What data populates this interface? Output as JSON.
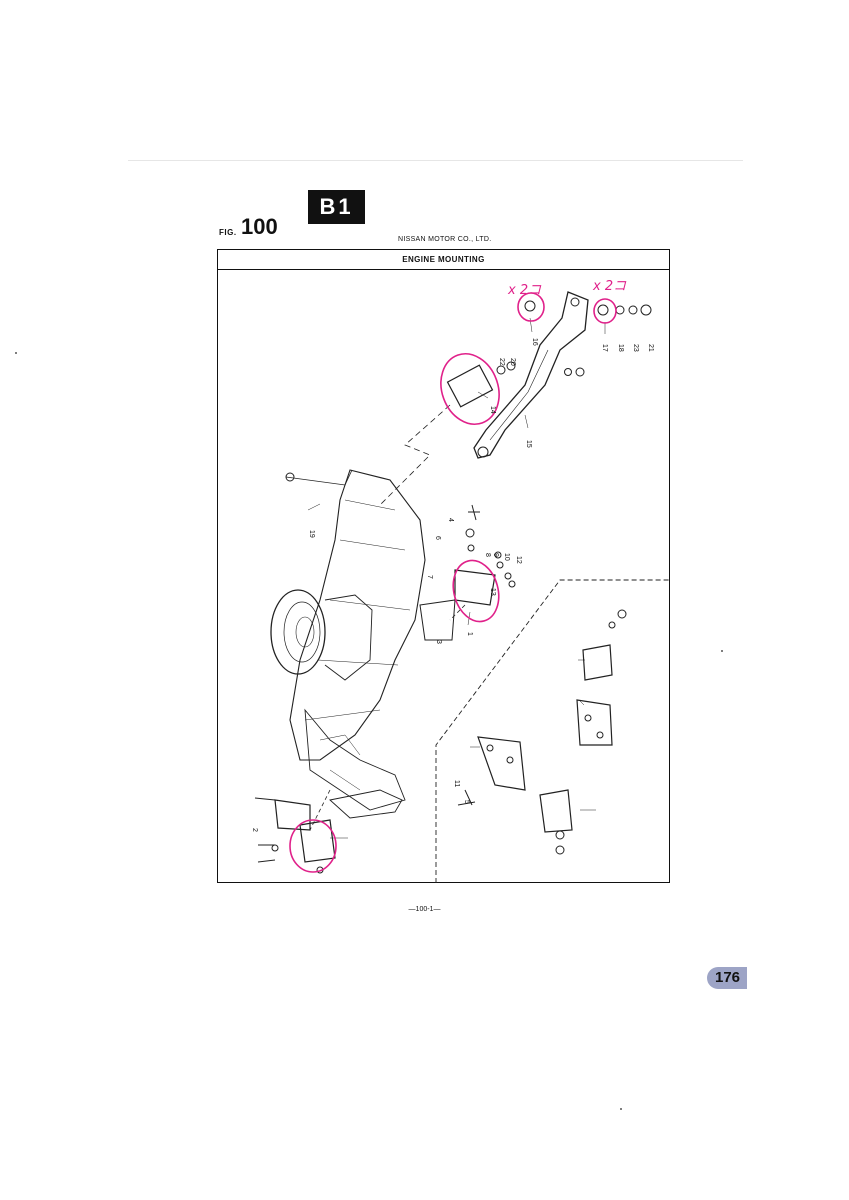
{
  "header": {
    "fig_label": "FIG.",
    "fig_number": "100",
    "section_badge": "B1",
    "company": "NISSAN MOTOR CO., LTD."
  },
  "diagram": {
    "title": "ENGINE MOUNTING",
    "handwritten_notes": [
      "x 2コ",
      "x 2コ"
    ],
    "part_numbers": [
      "1",
      "2",
      "3",
      "4",
      "5",
      "6",
      "7",
      "8",
      "9",
      "10",
      "11",
      "12",
      "13",
      "14",
      "15",
      "16",
      "17",
      "18",
      "19",
      "20",
      "21",
      "22",
      "23"
    ]
  },
  "footer": {
    "page_code": "—100-1—",
    "page_tab": "176"
  },
  "colors": {
    "ink": "#111111",
    "annotation_pink": "#e0218a",
    "tab": "#9da4c6"
  }
}
